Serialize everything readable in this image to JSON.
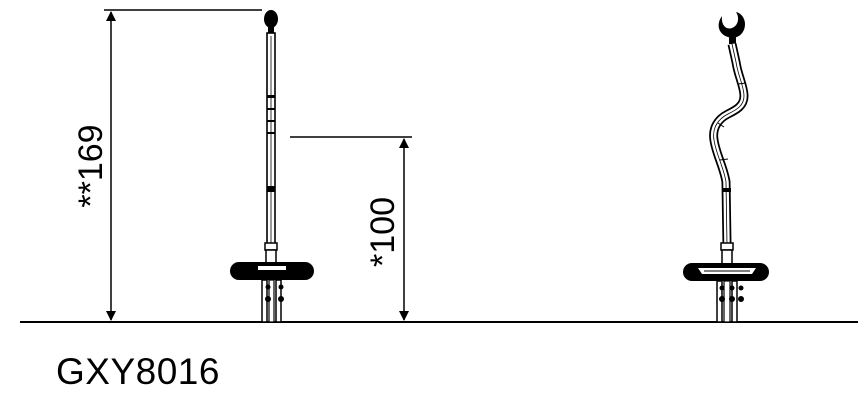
{
  "product": {
    "model_code": "GXY8016"
  },
  "dimensions": {
    "total_height_label": "**169",
    "seat_height_label": "*100"
  },
  "colors": {
    "line": "#000000",
    "background": "#ffffff"
  }
}
